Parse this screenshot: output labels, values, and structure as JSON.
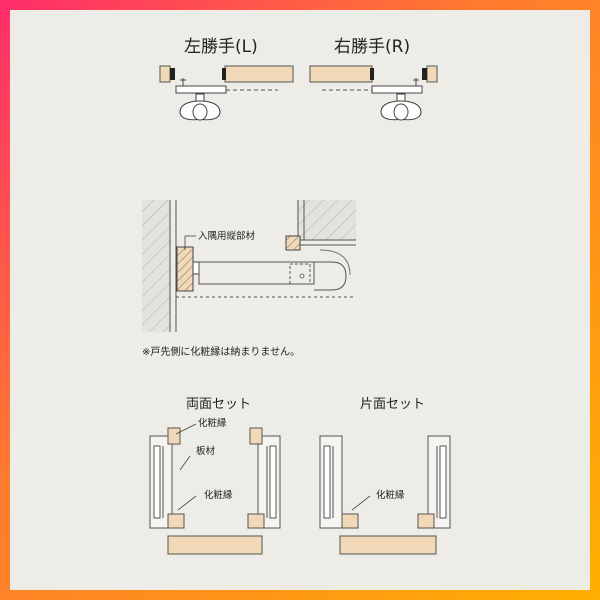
{
  "hinge": {
    "left_label": "左勝手(L)",
    "right_label": "右勝手(R)"
  },
  "plan": {
    "corner_member_label": "入隅用縦部材",
    "note": "※戸先側に化粧縁は納まりません。"
  },
  "sections": {
    "double_title": "両面セット",
    "single_title": "片面セット",
    "trim_label": "化粧縁",
    "board_label": "板材"
  },
  "colors": {
    "wood": "#f1d9b8",
    "wood_stroke": "#555555",
    "wall": "#e4e2de",
    "line": "#333333",
    "accent_border": "#ff6a2a"
  }
}
